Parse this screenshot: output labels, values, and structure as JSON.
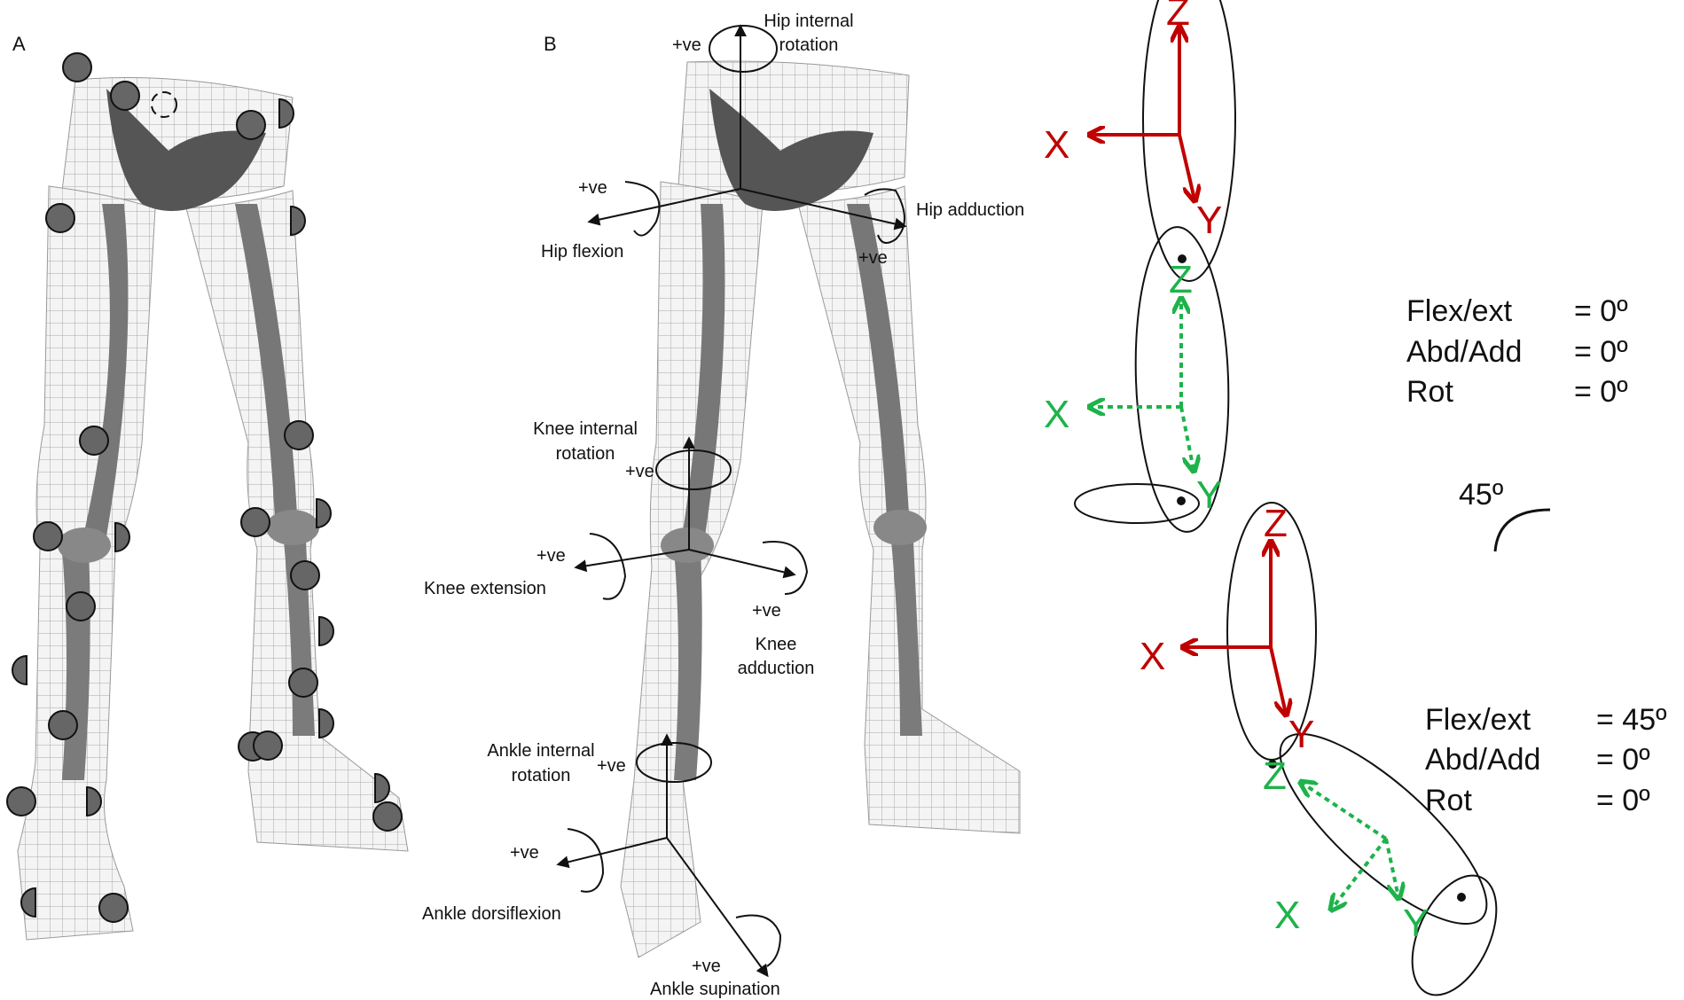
{
  "panels": {
    "a": "A",
    "b": "B"
  },
  "joint_labels": {
    "hip_internal_rotation": [
      "Hip internal",
      "rotation"
    ],
    "hip_flexion": "Hip flexion",
    "hip_adduction": "Hip adduction",
    "knee_internal_rotation": [
      "Knee internal",
      "rotation"
    ],
    "knee_extension": "Knee extension",
    "knee_adduction": [
      "Knee",
      "adduction"
    ],
    "ankle_internal_rotation": [
      "Ankle internal",
      "rotation"
    ],
    "ankle_dorsiflexion": "Ankle dorsiflexion",
    "ankle_supination": "Ankle supination",
    "positive": "+ve"
  },
  "axes": {
    "x": "X",
    "y": "Y",
    "z": "Z"
  },
  "angle_table_top": {
    "rows": [
      {
        "name": "Flex/ext",
        "value": "= 0º"
      },
      {
        "name": "Abd/Add",
        "value": "= 0º"
      },
      {
        "name": "Rot",
        "value": "= 0º"
      }
    ]
  },
  "angle_table_bottom": {
    "rows": [
      {
        "name": "Flex/ext",
        "value": "= 45º"
      },
      {
        "name": "Abd/Add",
        "value": "= 0º"
      },
      {
        "name": "Rot",
        "value": "= 0º"
      }
    ]
  },
  "rotation_angle": "45º",
  "colors": {
    "proximal_axes": "#c00000",
    "distal_axes": "#1db34a",
    "marker": "#666666"
  }
}
